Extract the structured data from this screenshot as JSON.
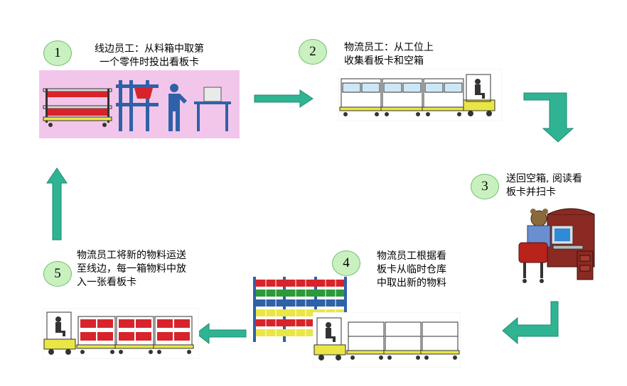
{
  "steps": [
    {
      "number": "1",
      "lines": [
        "线边员工：从料箱中取第",
        "一个零件时投出看板卡"
      ]
    },
    {
      "number": "2",
      "lines": [
        "物流员工：从工位上",
        "收集看板卡和空箱"
      ]
    },
    {
      "number": "3",
      "lines": [
        "送回空箱, 阅读看",
        "板卡并扫卡"
      ]
    },
    {
      "number": "4",
      "lines": [
        "物流员工根据看",
        "板卡从临时仓库",
        "中取出新的物料"
      ]
    },
    {
      "number": "5",
      "lines": [
        "物流员工将新的物料运送",
        "至线边，每一箱物料中放",
        "入一张看板卡"
      ]
    }
  ],
  "colors": {
    "arrow": "#2fb393",
    "circle_fill": "#c9f1c0",
    "panel_pink": "#f2c6ea",
    "bin_red": "#d8232a",
    "frame_blue": "#2f61a8",
    "cart_yellow": "#e9e645"
  },
  "icons": [
    "workstation-illustration",
    "tugger-empty-bins-illustration",
    "computer-desk-illustration",
    "warehouse-rack-illustration",
    "tugger-empty-cart-illustration",
    "tugger-full-bins-illustration"
  ]
}
